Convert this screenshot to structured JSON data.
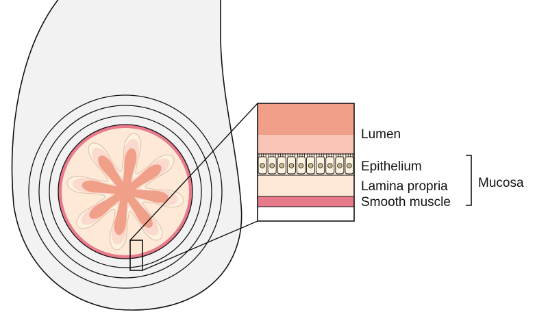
{
  "labels": {
    "lumen": "Lumen",
    "epithelium": "Epithelium",
    "lamina_propria": "Lamina propria",
    "smooth_muscle": "Smooth muscle",
    "mucosa": "Mucosa"
  },
  "colors": {
    "outline": "#111111",
    "outer_body": "#f2f2f2",
    "lumen_dark": "#f0a088",
    "lumen_light": "#f7c4b6",
    "epithelium_fill": "#fdf1df",
    "cell_nucleus": "#c7b98a",
    "lamina_propria": "#fde9d6",
    "smooth_muscle": "#e97a8c",
    "fold_pale": "#fbd9ce"
  }
}
